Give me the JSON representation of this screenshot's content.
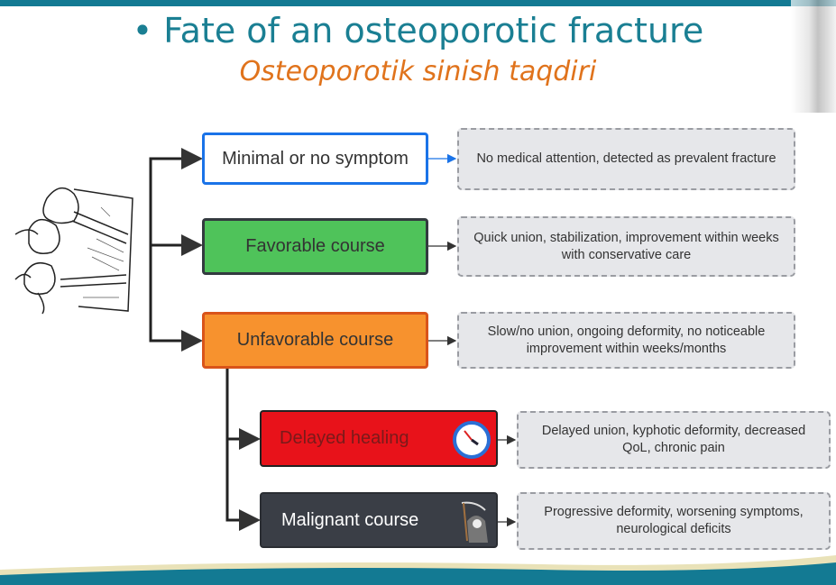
{
  "title": "• Fate of an osteoporotic fracture",
  "subtitle": "Osteoporotik sinish taqdiri",
  "outcomes": [
    {
      "label": "Minimal or no symptom",
      "note": "No medical attention, detected as prevalent fracture",
      "color": "#ffffff",
      "border": "#1a73e8"
    },
    {
      "label": "Favorable course",
      "note": "Quick union, stabilization, improvement within weeks with conservative care",
      "color": "#4fc35a",
      "border": "#333a3f"
    },
    {
      "label": "Unfavorable course",
      "note": "Slow/no union, ongoing deformity, no noticeable improvement within weeks/months",
      "color": "#f7922e",
      "border": "#d9541a"
    },
    {
      "label": "Delayed healing",
      "note": "Delayed union, kyphotic deformity, decreased QoL, chronic pain",
      "color": "#e8121a",
      "border": "#222222"
    },
    {
      "label": "Malignant course",
      "note": "Progressive deformity, worsening symptoms, neurological deficits",
      "color": "#3a3e46",
      "border": "#2b2e33"
    }
  ]
}
